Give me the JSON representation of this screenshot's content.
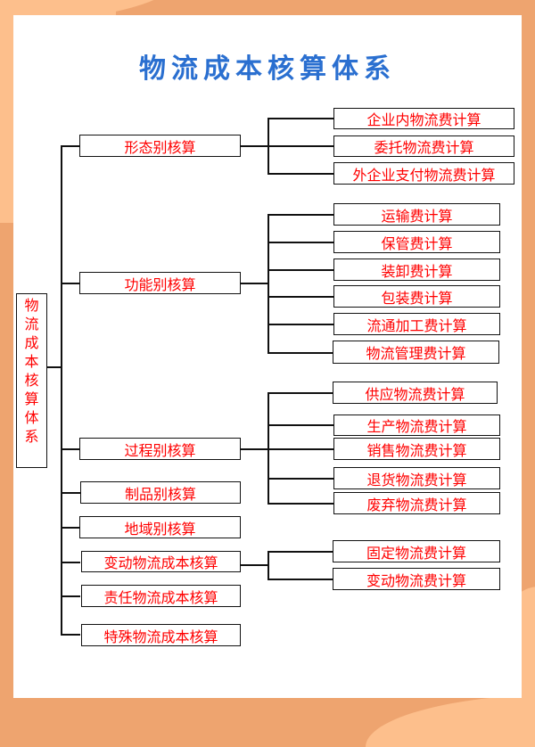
{
  "title": "物流成本核算体系",
  "colors": {
    "title": "#2a6fd0",
    "node_text": "#ff0000",
    "frame_dark": "#eea46f",
    "frame_light": "#fdbf8c"
  },
  "root": {
    "chars": [
      "物",
      "流",
      "成",
      "本",
      "核",
      "算",
      "体",
      "系"
    ],
    "label": "物流成本核算体系"
  },
  "categories": [
    {
      "label": "形态别核算",
      "children": [
        "企业内物流费计算",
        "委托物流费计算",
        "外企业支付物流费计算"
      ]
    },
    {
      "label": "功能别核算",
      "children": [
        "运输费计算",
        "保管费计算",
        "装卸费计算",
        "包装费计算",
        "流通加工费计算",
        "物流管理费计算"
      ]
    },
    {
      "label": "过程别核算",
      "children": [
        "供应物流费计算",
        "生产物流费计算",
        "销售物流费计算",
        "退货物流费计算",
        "废弃物流费计算"
      ]
    },
    {
      "label": "制品别核算",
      "children": []
    },
    {
      "label": "地域别核算",
      "children": []
    },
    {
      "label": "变动物流成本核算",
      "children": [
        "固定物流费计算",
        "变动物流费计算"
      ]
    },
    {
      "label": "责任物流成本核算",
      "children": []
    },
    {
      "label": "特殊物流成本核算",
      "children": []
    }
  ]
}
